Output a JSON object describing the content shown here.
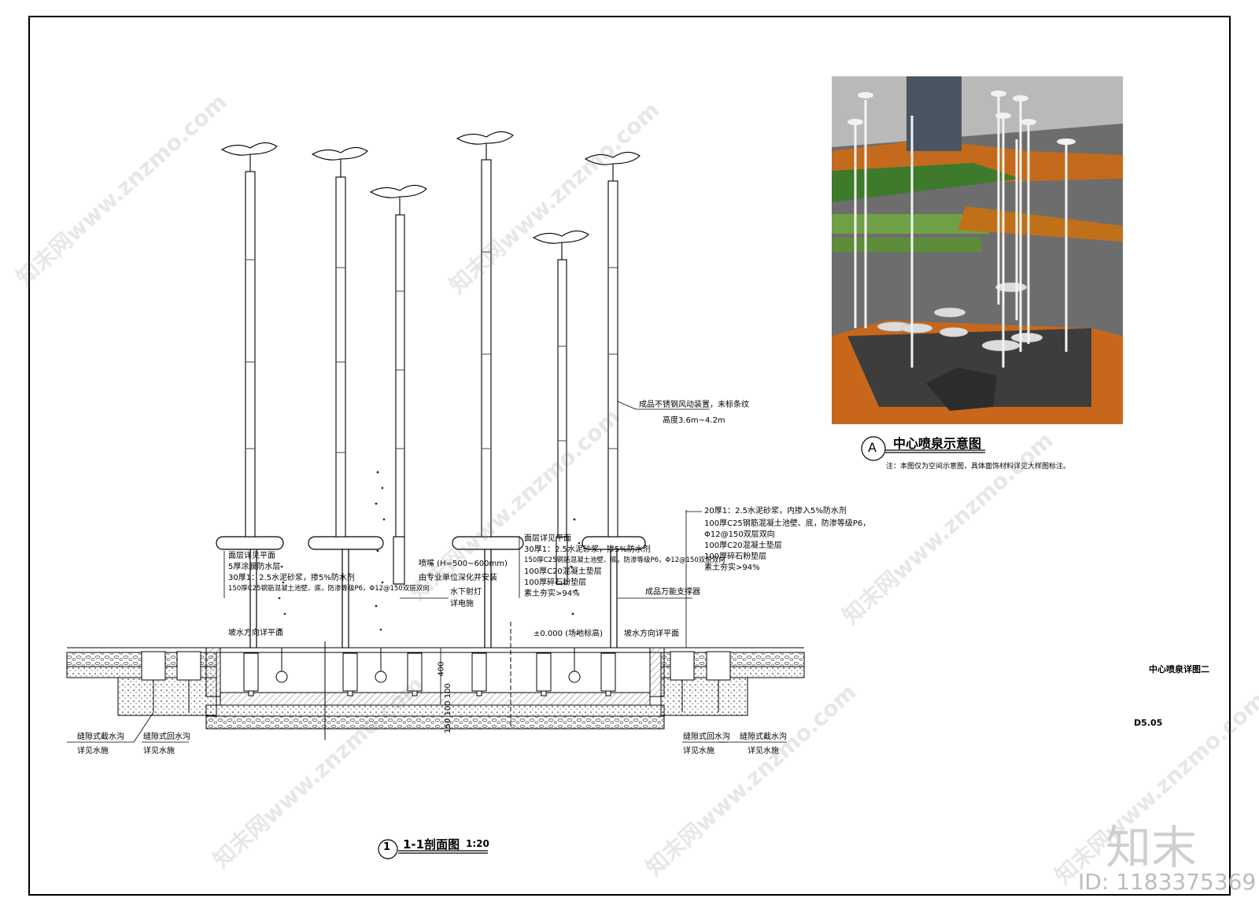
{
  "section": {
    "number": "1",
    "title": "1-1剖面图",
    "scale": "1:20"
  },
  "detail_a": {
    "letter": "A",
    "title": "中心喷泉示意图",
    "note": "注：本图仅为空间示意图，具体面饰材料详见大样图标注。"
  },
  "sheet": {
    "name": "中心喷泉详图二",
    "number": "D5.05"
  },
  "callouts": {
    "pole": "成品不锈钢风动装置，未标条纹",
    "height": "高度3.6m~4.2m",
    "right_layers": [
      "20厚1：2.5水泥砂浆，内掺入5%防水剂",
      "100厚C25钢筋混凝土池壁、底，防渗等级P6，",
      "Φ12@150双层双向",
      "100厚C20混凝土垫层",
      "100厚碎石粉垫层",
      "素土夯实>94%"
    ],
    "left_layers": [
      "面层详见平面",
      "5厚涂膜防水层",
      "30厚1：2.5水泥砂浆，掺5%防水剂",
      "150厚C25钢筋混凝土池壁、底，防渗等级P6，Φ12@150双层双向"
    ],
    "mid_layers": [
      "面层详见平面",
      "30厚1：2.5水泥砂浆，掺5%防水剂",
      "150厚C25钢筋混凝土池壁、底，防渗等级P6，Φ12@150双层双向",
      "100厚C20混凝土垫层",
      "100厚碎石粉垫层",
      "素土夯实>94%"
    ],
    "nozzle": "喷嘴 (H=500~600mm)",
    "nozzle_note": "由专业单位深化并安装",
    "light": "水下射灯",
    "light_note": "详电施",
    "support": "成品万能支撑器",
    "slope_left": "坡水方向详平面",
    "slope_right": "坡水方向详平面",
    "elevation": "±0.000 (场地标高)",
    "dim_400": "400",
    "dim_stack": "150 100 100",
    "drain_l1": "缝隙式截水沟",
    "drain_l1b": "详见水施",
    "drain_l2": "缝隙式回水沟",
    "drain_l2b": "详见水施",
    "drain_r1": "缝隙式回水沟",
    "drain_r1b": "详见水施",
    "drain_r2": "缝隙式截水沟",
    "drain_r2b": "详见水施"
  },
  "watermark": {
    "text": "知末网www.znzmo.com",
    "brand": "知末",
    "id": "ID: 1183375369"
  }
}
